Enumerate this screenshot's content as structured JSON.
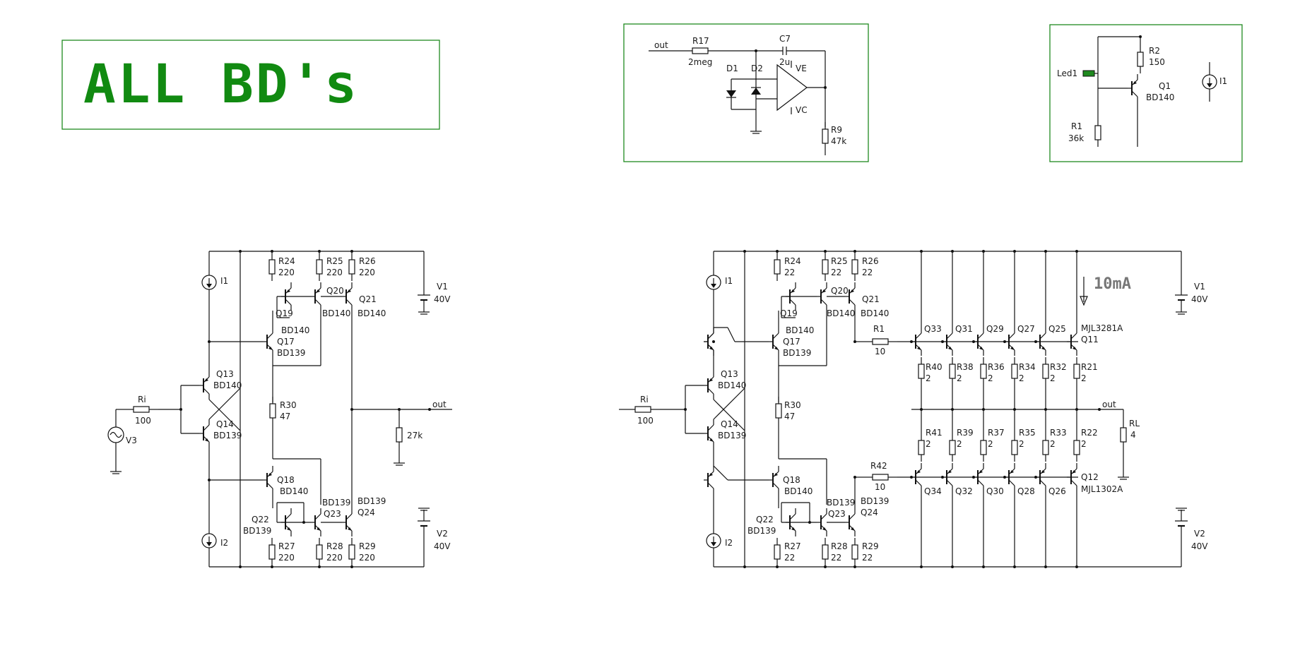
{
  "title": "ALL BD's",
  "note": "10mA",
  "inset_integrator": {
    "out": "out",
    "r17": "R17",
    "r17v": "2meg",
    "c7": "C7",
    "c7v": "2u",
    "d1": "D1",
    "d2": "D2",
    "ve": "VE",
    "vc": "VC",
    "r9": "R9",
    "r9v": "47k"
  },
  "inset_led": {
    "led": "Led1",
    "r2": "R2",
    "r2v": "150",
    "q1": "Q1",
    "q1v": "BD140",
    "r1": "R1",
    "r1v": "36k",
    "i1": "I1"
  },
  "left_amp": {
    "i1": "I1",
    "i2": "I2",
    "r24": "R24",
    "r24v": "220",
    "r25": "R25",
    "r25v": "220",
    "r26": "R26",
    "r26v": "220",
    "q19": "Q19",
    "q20": "Q20",
    "q20v": "BD140",
    "q21": "Q21",
    "q21v": "BD140",
    "bd140a": "BD140",
    "q17": "Q17",
    "q17v": "BD139",
    "q13": "Q13",
    "q13v": "BD140",
    "q14": "Q14",
    "q14v": "BD139",
    "ri": "Ri",
    "riv": "100",
    "v3": "V3",
    "r30": "R30",
    "r30v": "47",
    "out": "out",
    "rl": "27k",
    "q18": "Q18",
    "q18v": "BD140",
    "q22": "Q22",
    "q22v": "BD139",
    "q23": "Q23",
    "q23v": "BD139",
    "q24": "Q24",
    "q24v": "BD139",
    "r27": "R27",
    "r27v": "220",
    "r28": "R28",
    "r28v": "220",
    "r29": "R29",
    "r29v": "220",
    "v1": "V1",
    "v1v": "40V",
    "v2": "V2",
    "v2v": "40V"
  },
  "right_amp": {
    "i1": "I1",
    "i2": "I2",
    "r24": "R24",
    "r24v": "22",
    "r25": "R25",
    "r25v": "22",
    "r26": "R26",
    "r26v": "22",
    "q19": "Q19",
    "q20": "Q20",
    "q20v": "BD140",
    "q21": "Q21",
    "q21v": "BD140",
    "bd140a": "BD140",
    "q17": "Q17",
    "q17v": "BD139",
    "q13": "Q13",
    "q13v": "BD140",
    "q14": "Q14",
    "q14v": "BD139",
    "ri": "Ri",
    "riv": "100",
    "r30": "R30",
    "r30v": "47",
    "q18": "Q18",
    "q18v": "BD140",
    "q22": "Q22",
    "q22v": "BD139",
    "q23": "Q23",
    "q23v": "BD139",
    "q24": "Q24",
    "q24v": "BD139",
    "r27": "R27",
    "r27v": "22",
    "r28": "R28",
    "r28v": "22",
    "r29": "R29",
    "r29v": "22",
    "r1": "R1",
    "r1v": "10",
    "r42": "R42",
    "r42v": "10",
    "q33": "Q33",
    "q31": "Q31",
    "q29": "Q29",
    "q27": "Q27",
    "q25": "Q25",
    "q11": "Q11",
    "q11v": "MJL3281A",
    "q34": "Q34",
    "q32": "Q32",
    "q30": "Q30",
    "q28": "Q28",
    "q26": "Q26",
    "q12v": "MJL1302A",
    "q12": "Q12",
    "r40": "R40",
    "r38": "R38",
    "r36": "R36",
    "r34": "R34",
    "r32": "R32",
    "r21": "R21",
    "r41": "R41",
    "r39": "R39",
    "r37": "R37",
    "r35": "R35",
    "r33": "R33",
    "r22": "R22",
    "rv": "2",
    "out": "out",
    "rl": "RL",
    "rlv": "4",
    "v1": "V1",
    "v1v": "40V",
    "v2": "V2",
    "v2v": "40V"
  }
}
